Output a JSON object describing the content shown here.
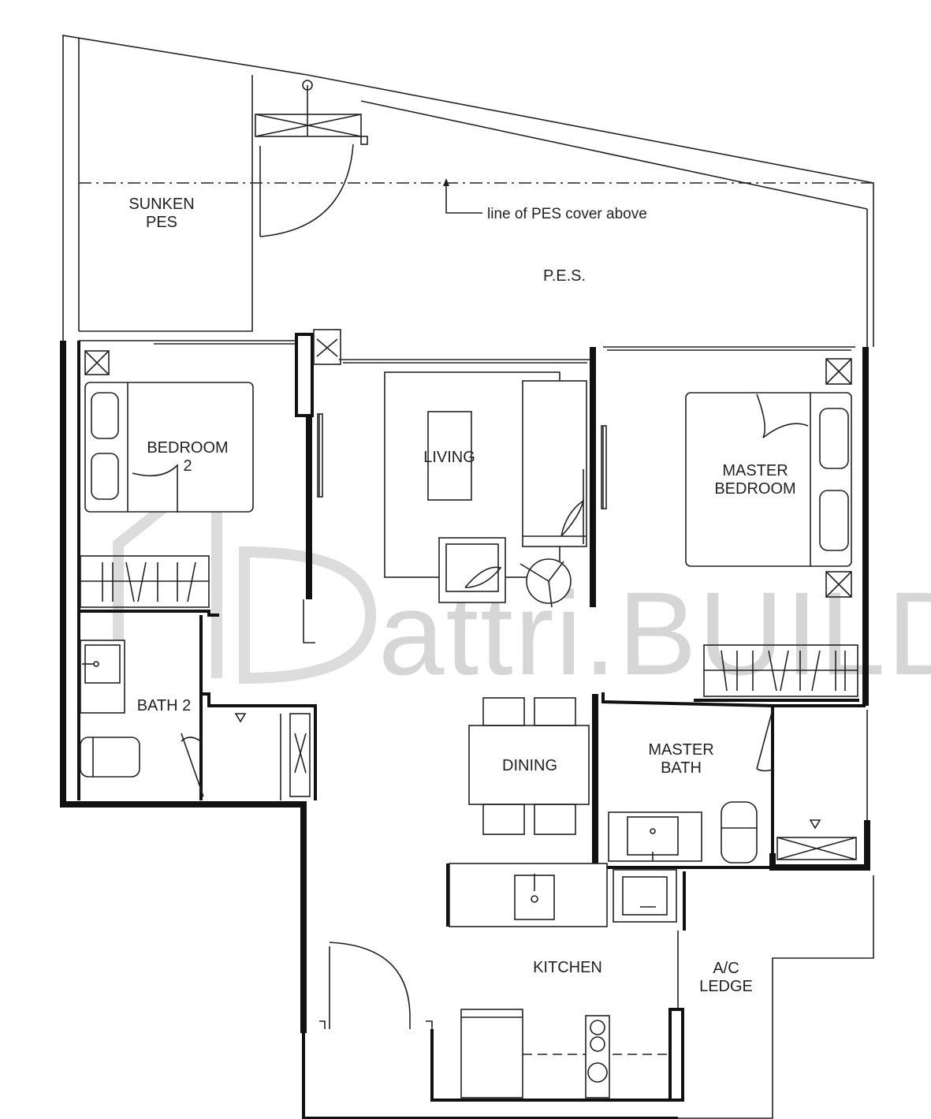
{
  "rooms": {
    "sunken_pes": [
      "SUNKEN",
      "PES"
    ],
    "pes": "P.E.S.",
    "bedroom2": [
      "BEDROOM",
      "2"
    ],
    "living": "LIVING",
    "master_bedroom": [
      "MASTER",
      "BEDROOM"
    ],
    "bath2": "BATH 2",
    "dining": "DINING",
    "master_bath": [
      "MASTER",
      "BATH"
    ],
    "kitchen": "KITCHEN",
    "ac_ledge": [
      "A/C",
      "LEDGE"
    ]
  },
  "annotations": {
    "pes_cover_note": "line of PES cover above"
  },
  "watermark": {
    "text": "attri.BUILD"
  }
}
